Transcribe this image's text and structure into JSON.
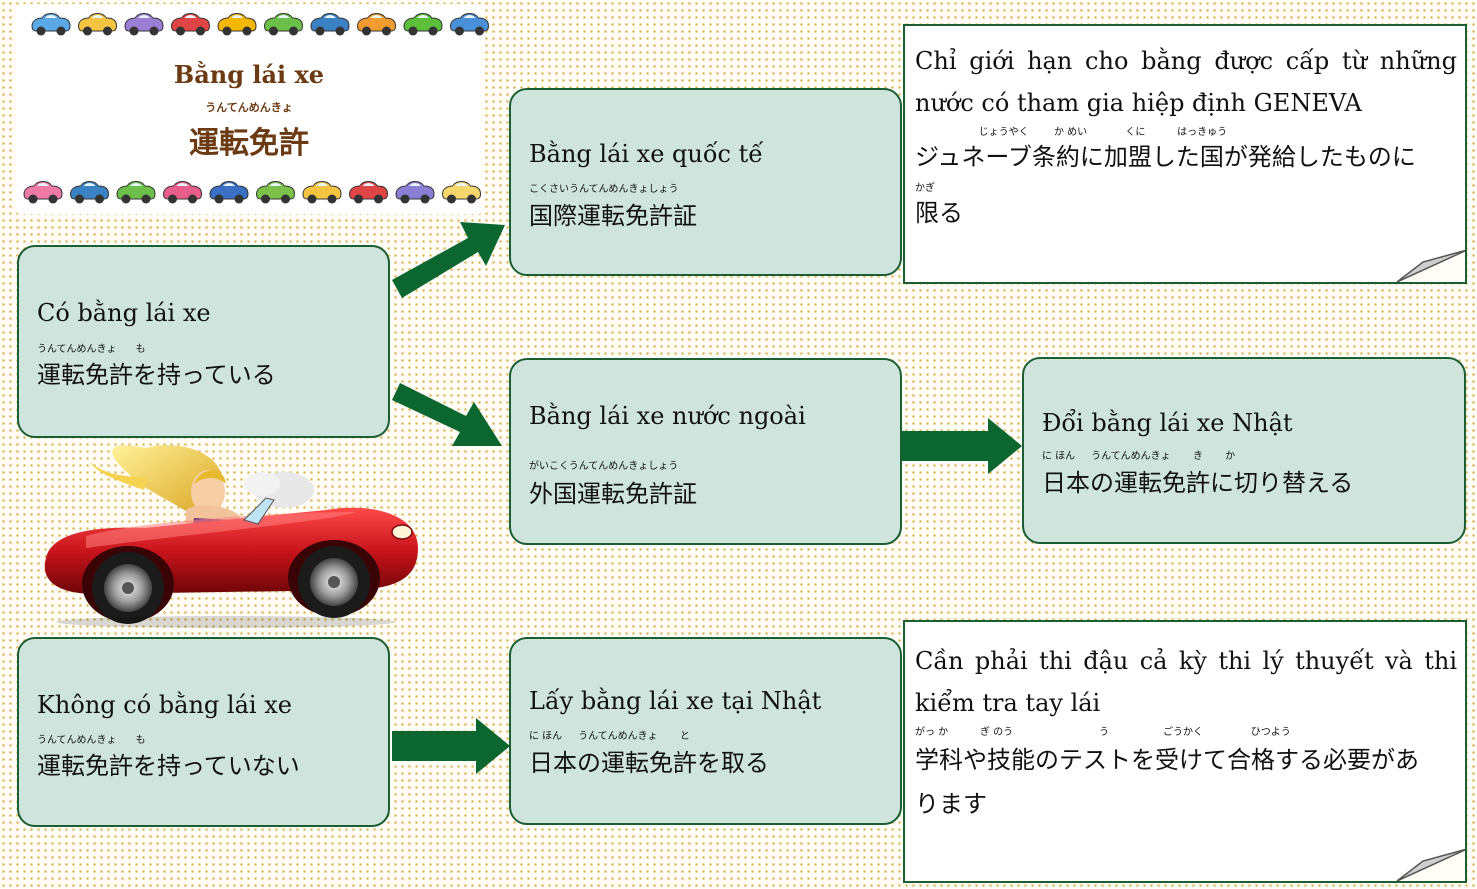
{
  "title_card": {
    "title_vn": "Bằng lái xe",
    "title_ruby": "うんてんめんきょ",
    "title_jp": "運転免許",
    "car_colors_top": [
      "#5aa9e6",
      "#f5c542",
      "#9b7fd4",
      "#e04545",
      "#f5b700",
      "#6cc04a",
      "#3b82c4",
      "#f29b30",
      "#5bbf3a",
      "#4a90d9"
    ],
    "car_colors_bottom": [
      "#f07aa6",
      "#3b82c4",
      "#6cc04a",
      "#e85d8a",
      "#3b6fc4",
      "#7cc24a",
      "#f5c542",
      "#e04545",
      "#8a7fd4",
      "#f5d76e"
    ]
  },
  "boxes": {
    "has_license": {
      "vn": "Có bằng lái xe",
      "ruby": "うんてんめんきょ      も",
      "jp": "運転免許を持っている"
    },
    "no_license": {
      "vn": "Không có bằng lái xe",
      "ruby": "うんてんめんきょ      も",
      "jp": "運転免許を持っていない"
    },
    "international": {
      "vn": "Bằng lái xe quốc tế",
      "ruby": "こくさいうんてんめんきょしょう",
      "jp": "国際運転免許証"
    },
    "foreign": {
      "vn": "Bằng lái xe nước ngoài",
      "ruby": "がいこくうんてんめんきょしょう",
      "jp": "外国運転免許証"
    },
    "get_japan": {
      "vn": "Lấy bằng lái xe tại Nhật",
      "ruby": "に ほん     うんてんめんきょ       と",
      "jp": "日本の運転免許を取る"
    },
    "convert": {
      "vn": "Đổi bằng lái xe Nhật",
      "ruby": "に ほん     うんてんめんきょ       き       か",
      "jp": "日本の運転免許に切り替える"
    }
  },
  "notes": {
    "geneva": {
      "vn": "Chỉ giới hạn cho bằng được cấp từ những nước có tham gia hiệp định GENEVA",
      "ruby1": "                    じょうやく        か めい            くに          はっきゅう",
      "jp1": "ジュネーブ条約に加盟した国が発給したものに",
      "ruby2": "かぎ",
      "jp2": "限る"
    },
    "exam": {
      "vn": "Cần phải thi đậu cả kỳ thi lý thuyết và thi kiểm tra tay lái",
      "ruby1": "がっ か          ぎ のう                           う                 ごうかく               ひつよう",
      "jp1": "学科や技能のテストを受けて合格する必要があ",
      "jp2": "ります"
    }
  },
  "colors": {
    "box_fill": "#cfe4dc",
    "box_border": "#1b5e34",
    "arrow": "#0b6630",
    "title_text": "#6b3a12",
    "car_red": "#c8141b"
  }
}
